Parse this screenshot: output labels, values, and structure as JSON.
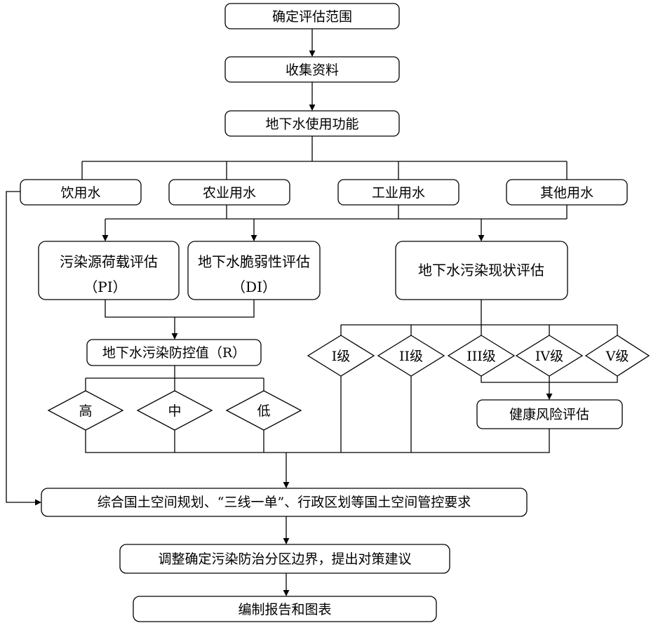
{
  "nodes": {
    "determine_scope": "确定评估范围",
    "collect_data": "收集资料",
    "groundwater_function": "地下水使用功能",
    "drinking_water": "饮用水",
    "agricultural_water": "农业用水",
    "industrial_water": "工业用水",
    "other_water": "其他用水",
    "pollution_load_line1": "污染源荷载评估",
    "pollution_load_line2": "（PI）",
    "vulnerability_line1": "地下水脆弱性评估",
    "vulnerability_line2": "（DI）",
    "status_assessment": "地下水污染现状评估",
    "control_value": "地下水污染防控值（R）",
    "high": "高",
    "medium": "中",
    "low": "低",
    "grade_1": "I级",
    "grade_2": "II级",
    "grade_3": "III级",
    "grade_4": "IV级",
    "grade_5": "V级",
    "health_risk": "健康风险评估",
    "integrate_requirements": "综合国土空间规划、“三线一单”、行政区划等国土空间管控要求",
    "adjust_boundaries": "调整确定污染防治分区边界，提出对策建议",
    "compile_report": "编制报告和图表"
  }
}
